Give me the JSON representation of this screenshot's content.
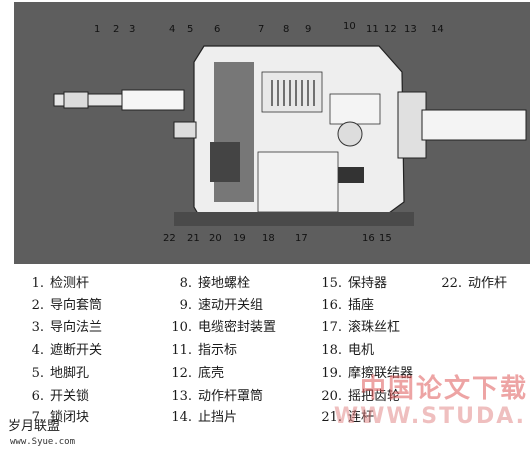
{
  "callouts": [
    "1",
    "2",
    "3",
    "4",
    "5",
    "6",
    "7",
    "8",
    "9",
    "10",
    "11",
    "12",
    "13",
    "14",
    "15",
    "16",
    "17",
    "18",
    "19",
    "20",
    "21",
    "22"
  ],
  "legend": [
    {
      "n": "1.",
      "t": "检测杆"
    },
    {
      "n": "2.",
      "t": "导向套筒"
    },
    {
      "n": "3.",
      "t": "导向法兰"
    },
    {
      "n": "4.",
      "t": "遮断开关"
    },
    {
      "n": "5.",
      "t": "地脚孔"
    },
    {
      "n": "6.",
      "t": "开关锁"
    },
    {
      "n": "7.",
      "t": "锁闭块"
    },
    {
      "n": "8.",
      "t": "接地螺栓"
    },
    {
      "n": "9.",
      "t": "速动开关组"
    },
    {
      "n": "10.",
      "t": "电缆密封装置"
    },
    {
      "n": "11.",
      "t": "指示标"
    },
    {
      "n": "12.",
      "t": "底壳"
    },
    {
      "n": "13.",
      "t": "动作杆罩筒"
    },
    {
      "n": "14.",
      "t": "止挡片"
    },
    {
      "n": "15.",
      "t": "保持器"
    },
    {
      "n": "16.",
      "t": "插座"
    },
    {
      "n": "17.",
      "t": "滚珠丝杠"
    },
    {
      "n": "18.",
      "t": "电机"
    },
    {
      "n": "19.",
      "t": "摩擦联结器"
    },
    {
      "n": "20.",
      "t": "摇把齿轮"
    },
    {
      "n": "21.",
      "t": "连杆"
    },
    {
      "n": "22.",
      "t": "动作杆"
    }
  ],
  "watermarks": {
    "right_text": "中国论文下载",
    "right_url": "WWW.STUDA.",
    "left_text": "岁月联盟",
    "left_url": "www.Syue.com"
  }
}
